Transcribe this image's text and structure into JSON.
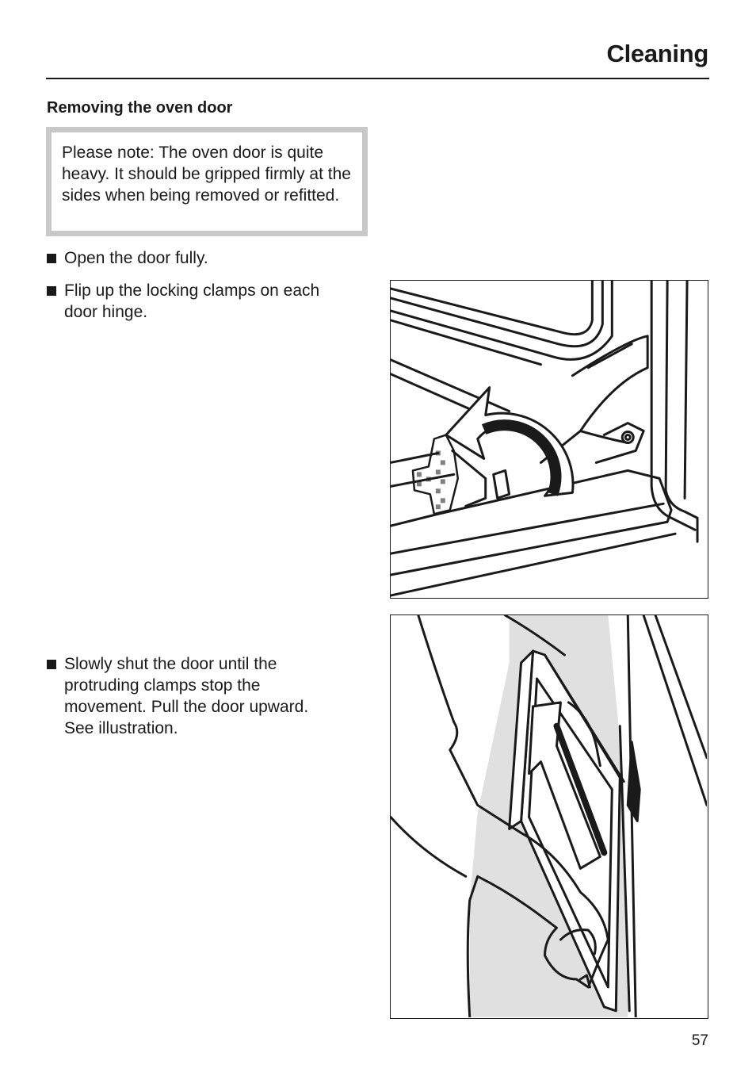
{
  "header": {
    "section_title": "Cleaning"
  },
  "subheading": "Removing the oven door",
  "note": "Please note: The oven door is quite heavy. It should be gripped firmly at the sides when being removed or refitted.",
  "steps": [
    "Open the door fully.",
    "Flip up the locking clamps on each door hinge.",
    "Slowly shut the door until the protruding clamps stop the movement. Pull the door upward. See illustration."
  ],
  "footer": {
    "page_number": "57"
  }
}
